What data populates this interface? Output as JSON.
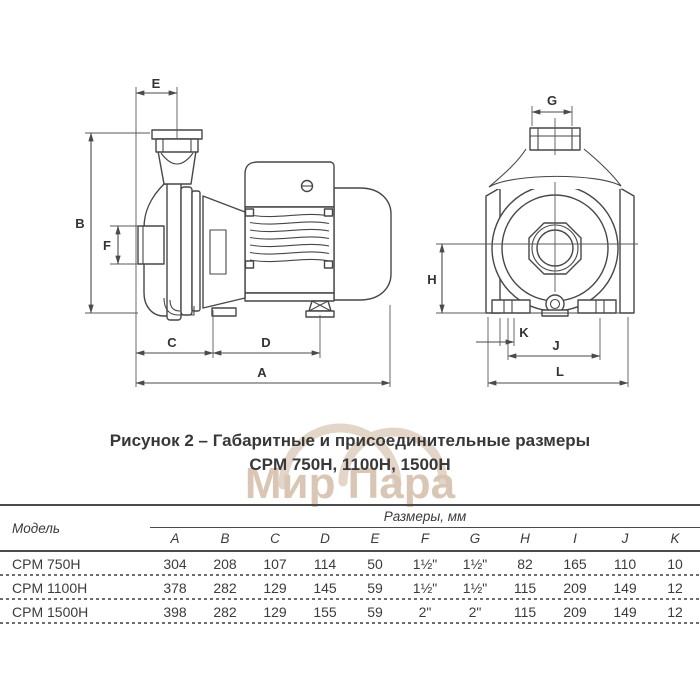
{
  "page": {
    "background": "#ffffff"
  },
  "figure": {
    "caption_line1": "Рисунок 2 – Габаритные и присоединительные размеры",
    "caption_line2": "CPM 750H, 1100H, 1500H",
    "watermark_text": "Мир Пара",
    "left_drawing": {
      "title": "pump side view",
      "labels": {
        "A": "A",
        "B": "B",
        "C": "C",
        "D": "D",
        "E": "E",
        "F": "F"
      }
    },
    "right_drawing": {
      "title": "pump front view",
      "labels": {
        "G": "G",
        "H": "H",
        "J": "J",
        "K": "K",
        "L": "L"
      }
    }
  },
  "table": {
    "model_header": "Модель",
    "sizes_header": "Размеры, мм",
    "columns": [
      "A",
      "B",
      "C",
      "D",
      "E",
      "F",
      "G",
      "H",
      "I",
      "J",
      "K"
    ],
    "rows": [
      {
        "model": "CPM 750H",
        "values": [
          "304",
          "208",
          "107",
          "114",
          "50",
          "1½\"",
          "1½\"",
          "82",
          "165",
          "110",
          "10"
        ]
      },
      {
        "model": "CPM 1100H",
        "values": [
          "378",
          "282",
          "129",
          "145",
          "59",
          "1½\"",
          "1½\"",
          "115",
          "209",
          "149",
          "12"
        ]
      },
      {
        "model": "CPM 1500H",
        "values": [
          "398",
          "282",
          "129",
          "155",
          "59",
          "2\"",
          "2\"",
          "115",
          "209",
          "149",
          "12"
        ]
      }
    ]
  },
  "colors": {
    "drawing_line": "#474747",
    "text": "#383838",
    "table_line": "#4a4a4a",
    "watermark_text": "#d9c6b4",
    "watermark_arc": "#e3d5c7"
  }
}
